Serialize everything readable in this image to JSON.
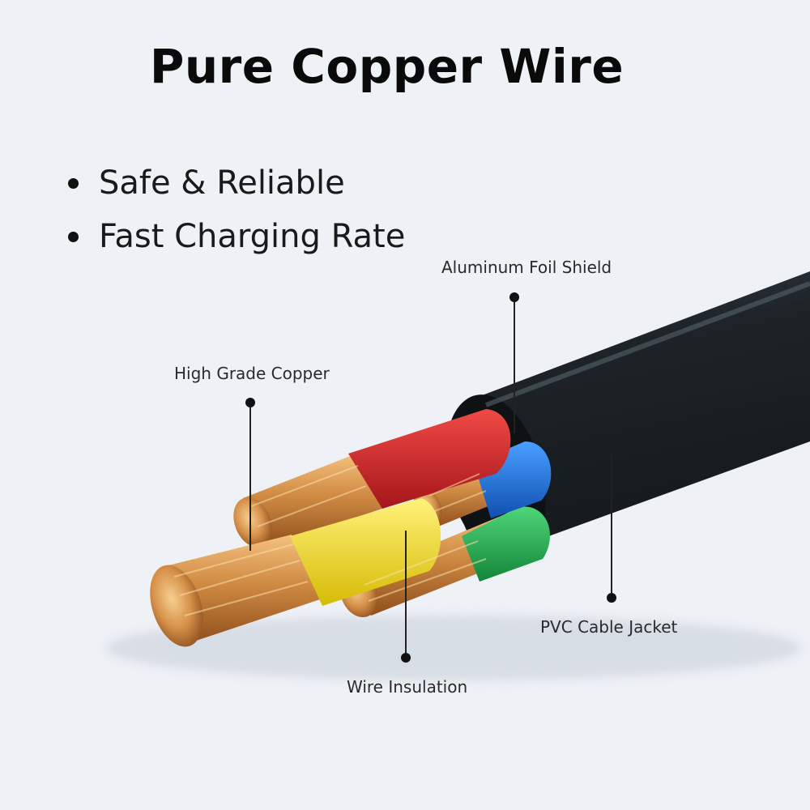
{
  "title": "Pure Copper Wire",
  "features": [
    "Safe & Reliable",
    "Fast Charging Rate"
  ],
  "callouts": {
    "aluminum_foil_shield": "Aluminum Foil Shield",
    "high_grade_copper": "High Grade Copper",
    "pvc_cable_jacket": "PVC Cable Jacket",
    "wire_insulation": "Wire Insulation"
  },
  "colors": {
    "background": "#eef1f6",
    "jacket": "#1f262b",
    "insulation_red": "#d4262b",
    "insulation_blue": "#1f6fd1",
    "insulation_yellow": "#f1dd18",
    "insulation_green": "#20a84a",
    "copper": "#d08a42"
  }
}
